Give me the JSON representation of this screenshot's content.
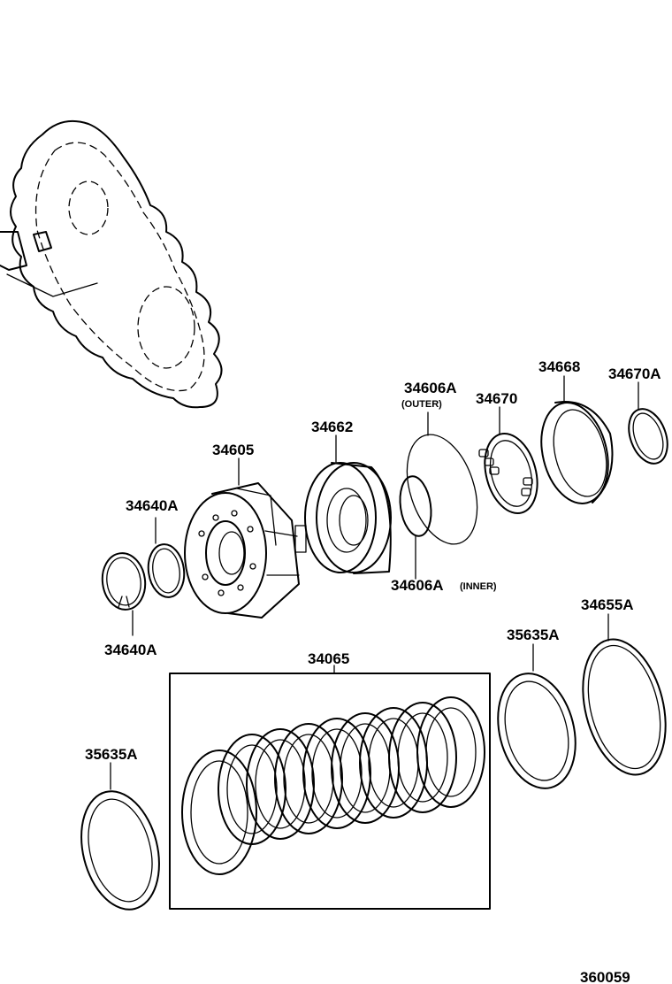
{
  "diagram": {
    "labels": {
      "p34605": "34605",
      "p34662": "34662",
      "p34606a_outer": "34606A",
      "outer": "(OUTER)",
      "p34606a_inner": "34606A",
      "inner": "(INNER)",
      "p34670": "34670",
      "p34668": "34668",
      "p34670a": "34670A",
      "p34640a_top": "34640A",
      "p34640a_bottom": "34640A",
      "p34065": "34065",
      "p35635a_right": "35635A",
      "p34655a": "34655A",
      "p35635a_left": "35635A",
      "figure_number": "360059"
    }
  }
}
